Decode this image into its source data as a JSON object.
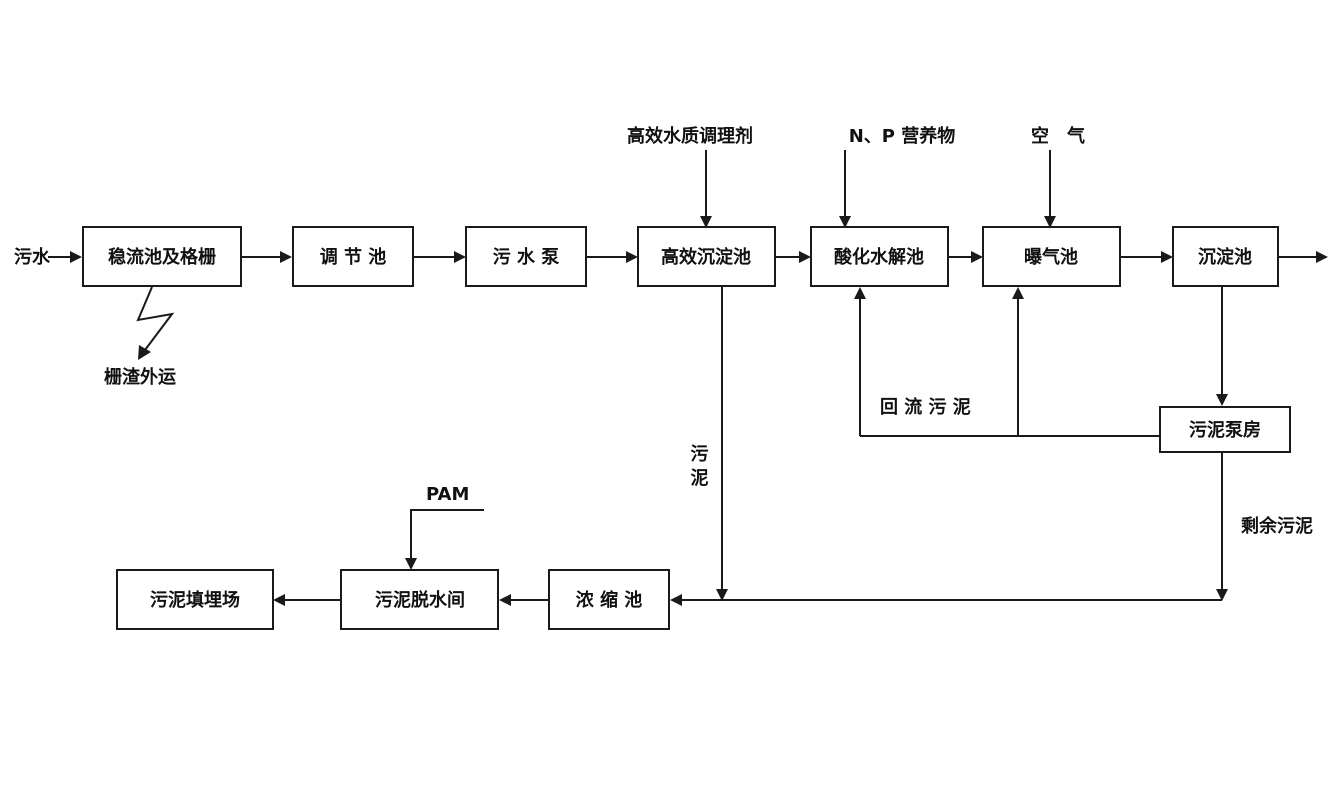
{
  "diagram": {
    "nodes": {
      "steady_flow_screen": "稳流池及格栅",
      "regulating_tank": "调 节 池",
      "sewage_pump": "污 水 泵",
      "high_eff_sedimentation": "高效沉淀池",
      "acidification_hydrolysis": "酸化水解池",
      "aeration_tank": "曝气池",
      "sedimentation_tank": "沉淀池",
      "sludge_pump_room": "污泥泵房",
      "thickening_tank": "浓 缩 池",
      "sludge_dewatering": "污泥脱水间",
      "sludge_landfill": "污泥填埋场"
    },
    "labels": {
      "sewage_in": "污水",
      "screenings_out": "栅渣外运",
      "water_conditioner": "高效水质调理剂",
      "np_nutrients": "N、P 营养物",
      "air": "空　气",
      "return_sludge": "回 流 污 泥",
      "sludge_vertical": "污泥",
      "excess_sludge": "剩余污泥",
      "pam": "PAM"
    },
    "colors": {
      "stroke": "#1a1a1a",
      "text": "#111111",
      "background": "#ffffff"
    }
  }
}
